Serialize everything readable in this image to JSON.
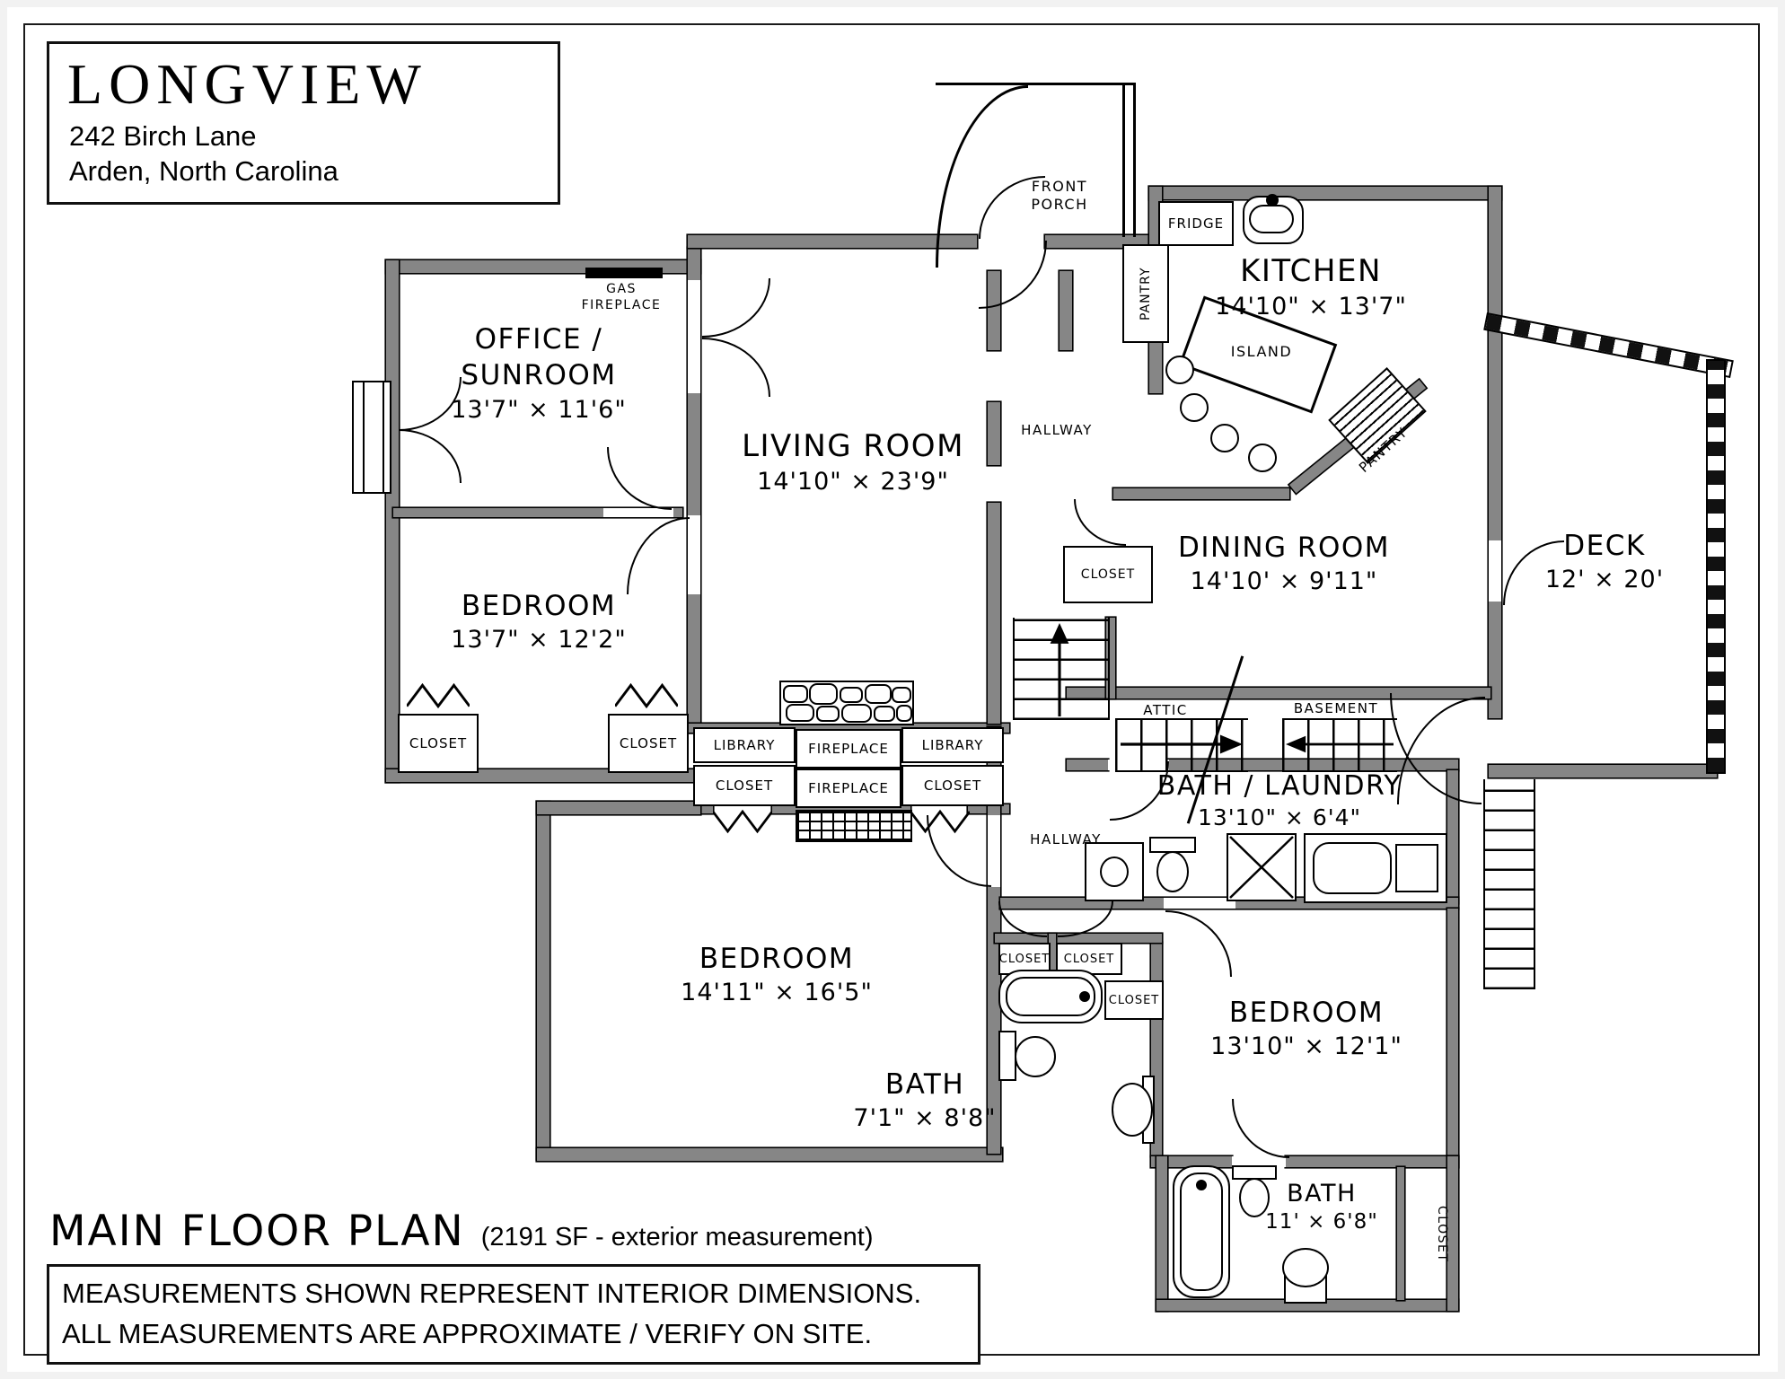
{
  "title_block": {
    "property_name": "LONGVIEW",
    "address_line1": "242 Birch Lane",
    "address_line2": "Arden, North Carolina"
  },
  "rooms": {
    "office": {
      "name_line1": "OFFICE /",
      "name_line2": "SUNROOM",
      "dims": "13'7\" × 11'6\""
    },
    "bedroom1": {
      "name": "BEDROOM",
      "dims": "13'7\" × 12'2\""
    },
    "living": {
      "name": "LIVING ROOM",
      "dims": "14'10\" × 23'9\""
    },
    "kitchen": {
      "name": "KITCHEN",
      "dims": "14'10\" × 13'7\""
    },
    "dining": {
      "name": "DINING ROOM",
      "dims": "14'10' × 9'11\""
    },
    "deck": {
      "name": "DECK",
      "dims": "12' × 20'"
    },
    "bedroom2": {
      "name": "BEDROOM",
      "dims": "14'11\" × 16'5\""
    },
    "bath_center": {
      "name": "BATH",
      "dims": "7'1\" × 8'8\""
    },
    "bedroom3": {
      "name": "BEDROOM",
      "dims": "13'10\" × 12'1\""
    },
    "bath_laundry": {
      "name": "BATH / LAUNDRY",
      "dims": "13'10\" × 6'4\""
    },
    "bath_right": {
      "name": "BATH",
      "dims": "11' × 6'8\""
    }
  },
  "labels": {
    "front_porch_line1": "FRONT",
    "front_porch_line2": "PORCH",
    "gas_fireplace_line1": "GAS",
    "gas_fireplace_line2": "FIREPLACE",
    "hallway": "HALLWAY",
    "closet": "CLOSET",
    "library": "LIBRARY",
    "fireplace": "FIREPLACE",
    "pantry": "PANTRY",
    "fridge": "FRIDGE",
    "island": "ISLAND",
    "attic": "ATTIC",
    "basement": "BASEMENT"
  },
  "footer": {
    "plan_title": "MAIN FLOOR PLAN",
    "plan_note": "(2191 SF - exterior measurement)",
    "disclaimer_line1": "MEASUREMENTS SHOWN REPRESENT INTERIOR DIMENSIONS.",
    "disclaimer_line2": "ALL MEASUREMENTS ARE APPROXIMATE / VERIFY ON SITE."
  }
}
